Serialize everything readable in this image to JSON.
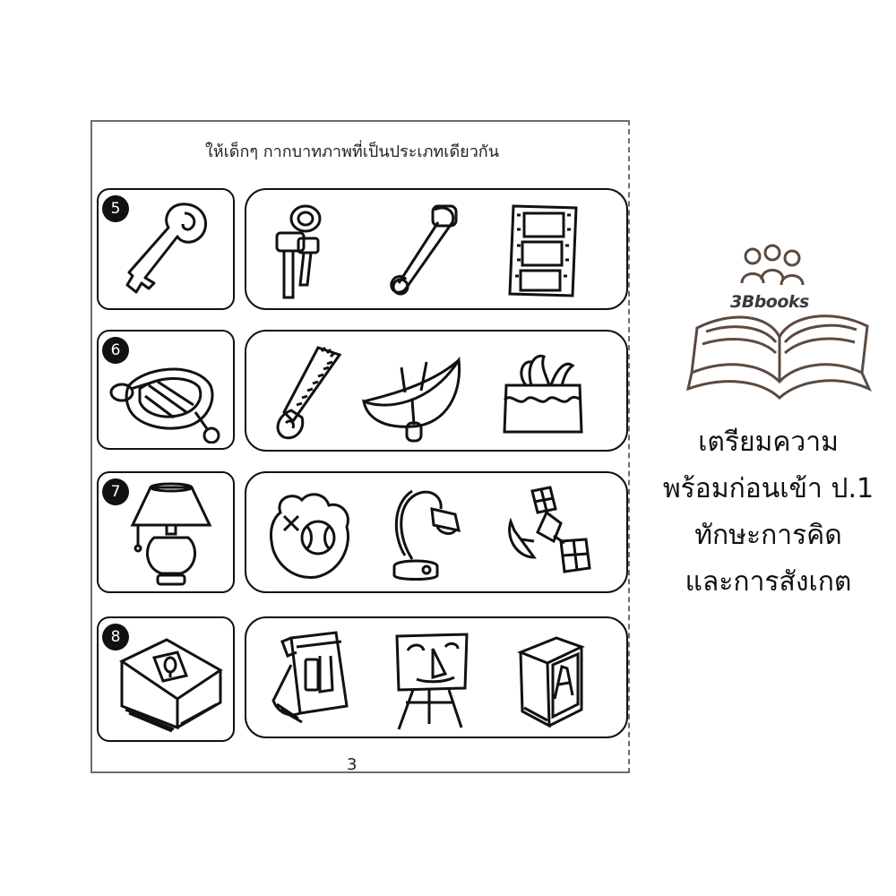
{
  "worksheet": {
    "title": "ให้เด็กๆ กากบาทภาพที่เป็นประเภทเดียวกัน",
    "page_number": "3",
    "rows": [
      {
        "number": "5",
        "question_item": "key-icon",
        "choices": [
          "keys-icon",
          "safety-pin-icon",
          "film-strip-icon"
        ]
      },
      {
        "number": "6",
        "question_item": "dinghy-icon",
        "choices": [
          "saw-icon",
          "canoe-icon",
          "tissue-box-icon"
        ]
      },
      {
        "number": "7",
        "question_item": "table-lamp-icon",
        "choices": [
          "baseball-glove-icon",
          "desk-lamp-icon",
          "satellite-icon"
        ]
      },
      {
        "number": "8",
        "question_item": "photo-album-icon",
        "choices": [
          "calendar-icon",
          "easel-icon",
          "alphabet-book-icon"
        ]
      }
    ]
  },
  "brand": {
    "name": "3Bbooks",
    "promo_lines": [
      "เตรียมความ",
      "พร้อมก่อนเข้า ป.1",
      "ทักษะการคิด",
      "และการสังเกต"
    ]
  },
  "colors": {
    "ink": "#111111",
    "frame": "#6d6d6d",
    "logo": "#5a4a40"
  }
}
